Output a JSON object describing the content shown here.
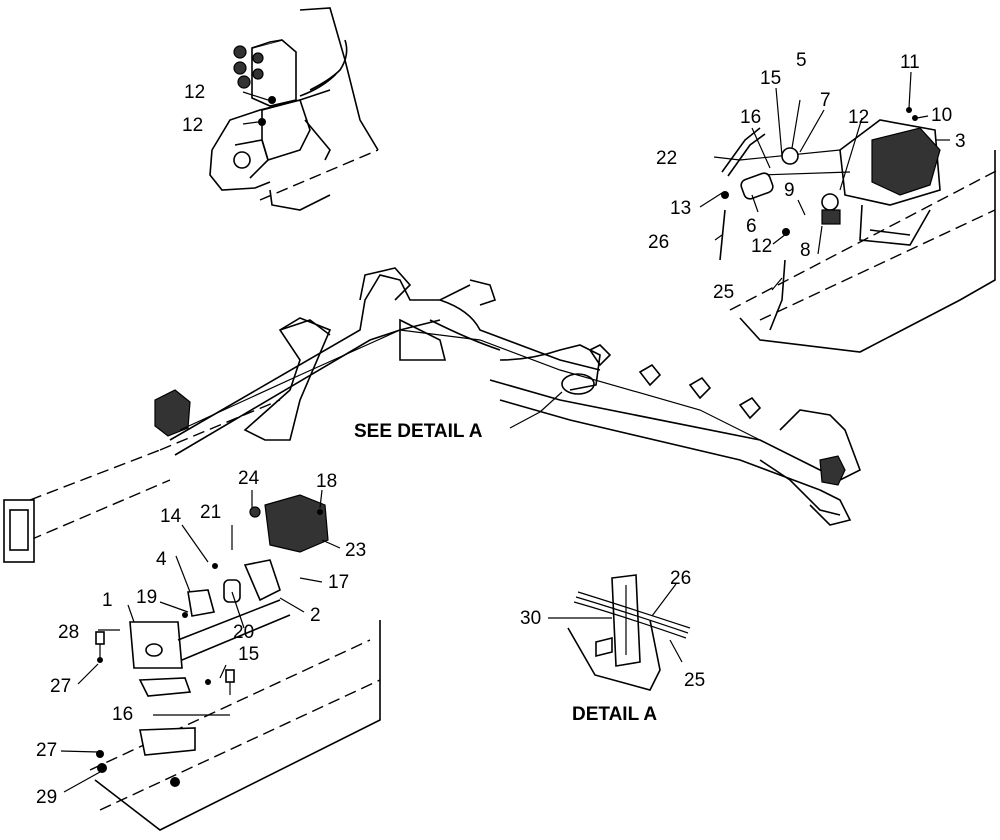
{
  "detail_ref": "SEE DETAIL A",
  "detail_caption": "DETAIL A",
  "callouts": {
    "top_left": [
      "12",
      "12"
    ],
    "top_right": [
      "11",
      "15",
      "5",
      "7",
      "10",
      "16",
      "3",
      "12",
      "22",
      "13",
      "9",
      "6",
      "26",
      "12",
      "8",
      "25"
    ],
    "bottom_left": [
      "24",
      "18",
      "14",
      "21",
      "23",
      "4",
      "17",
      "19",
      "2",
      "20",
      "1",
      "28",
      "15",
      "27",
      "16",
      "27",
      "29"
    ],
    "detail_a": [
      "26",
      "30",
      "25"
    ]
  }
}
